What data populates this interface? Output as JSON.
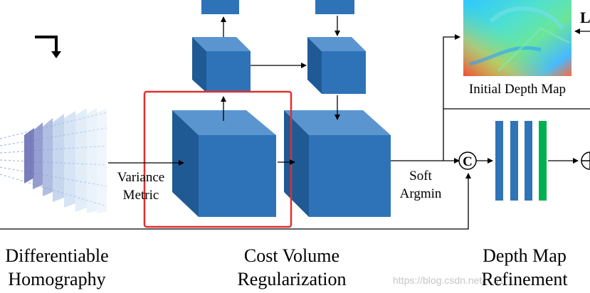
{
  "labels": {
    "variance_metric_line1": "Variance",
    "variance_metric_line2": "Metric",
    "soft_argmin_line1": "Soft",
    "soft_argmin_line2": "Argmin",
    "initial_depth_map": "Initial Depth Map",
    "concat_symbol": "C",
    "edge_letter": "L"
  },
  "sections": {
    "homography_line1": "Differentiable",
    "homography_line2": "Homography",
    "cost_volume_line1": "Cost Volume",
    "cost_volume_line2": "Regularization",
    "depth_refinement_line1": "Depth Map",
    "depth_refinement_line2": "Refinement"
  },
  "watermark": "https://blog.csdn.net/...31",
  "colors": {
    "cube_front": "#2e73b8",
    "cube_top": "#5b95cf",
    "cube_side": "#1f5a94",
    "refine_bar_blue": "#2f74b7",
    "refine_bar_green": "#00b050",
    "highlight_box": "#e03030",
    "arrow": "#000000"
  }
}
